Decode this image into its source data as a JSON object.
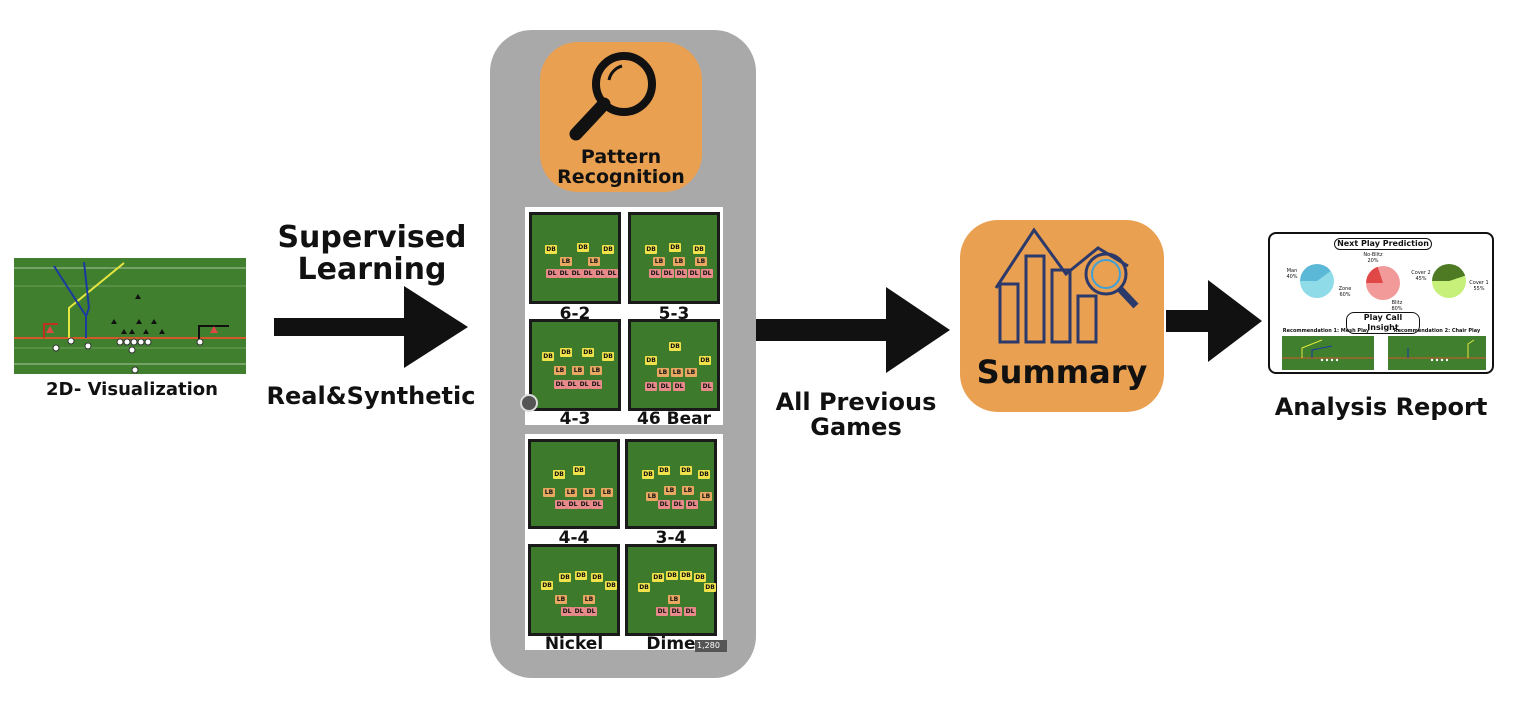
{
  "viz": {
    "caption": "2D- Visualization"
  },
  "arrow1": {
    "top": "Supervised Learning",
    "bottom": "Real&Synthetic"
  },
  "pattern": {
    "title": "Pattern Recognition"
  },
  "formations_top": [
    {
      "name": "6-2"
    },
    {
      "name": "5-3"
    },
    {
      "name": "4-3"
    },
    {
      "name": "46 Bear"
    }
  ],
  "formations_bottom": [
    {
      "name": "4-4"
    },
    {
      "name": "3-4"
    },
    {
      "name": "Nickel"
    },
    {
      "name": "Dime"
    }
  ],
  "size_badge": "1,280 ×",
  "tag_labels": {
    "db": "DB",
    "lb": "LB",
    "dl": "DL"
  },
  "arrow2": {
    "label": "All Previous Games"
  },
  "summary": {
    "label": "Summary"
  },
  "report": {
    "caption": "Analysis Report",
    "next_title": "Next Play Prediction",
    "insight_title": "Play Call Insight",
    "pies": [
      {
        "left": "Man 40%",
        "right": "Zone 60%",
        "value": 40,
        "c1": "#5bb8d6",
        "c2": "#8fdbe8"
      },
      {
        "top": "No-Blitz 20%",
        "bottom": "Blitz 80%",
        "value": 20,
        "c1": "#e04848",
        "c2": "#f29a9a"
      },
      {
        "left": "Cover 2 45%",
        "right": "Cover 1 55%",
        "value": 45,
        "c1": "#4d7a22",
        "c2": "#c6f07a"
      }
    ],
    "rec1": "Recommendation 1: Mesh Play",
    "rec2": "Recommendation 2: Chair Play"
  },
  "colors": {
    "orange": "#e9a050",
    "panel": "#a9a9a9",
    "navy": "#2c3a6b",
    "field": "#3f7f2e"
  }
}
